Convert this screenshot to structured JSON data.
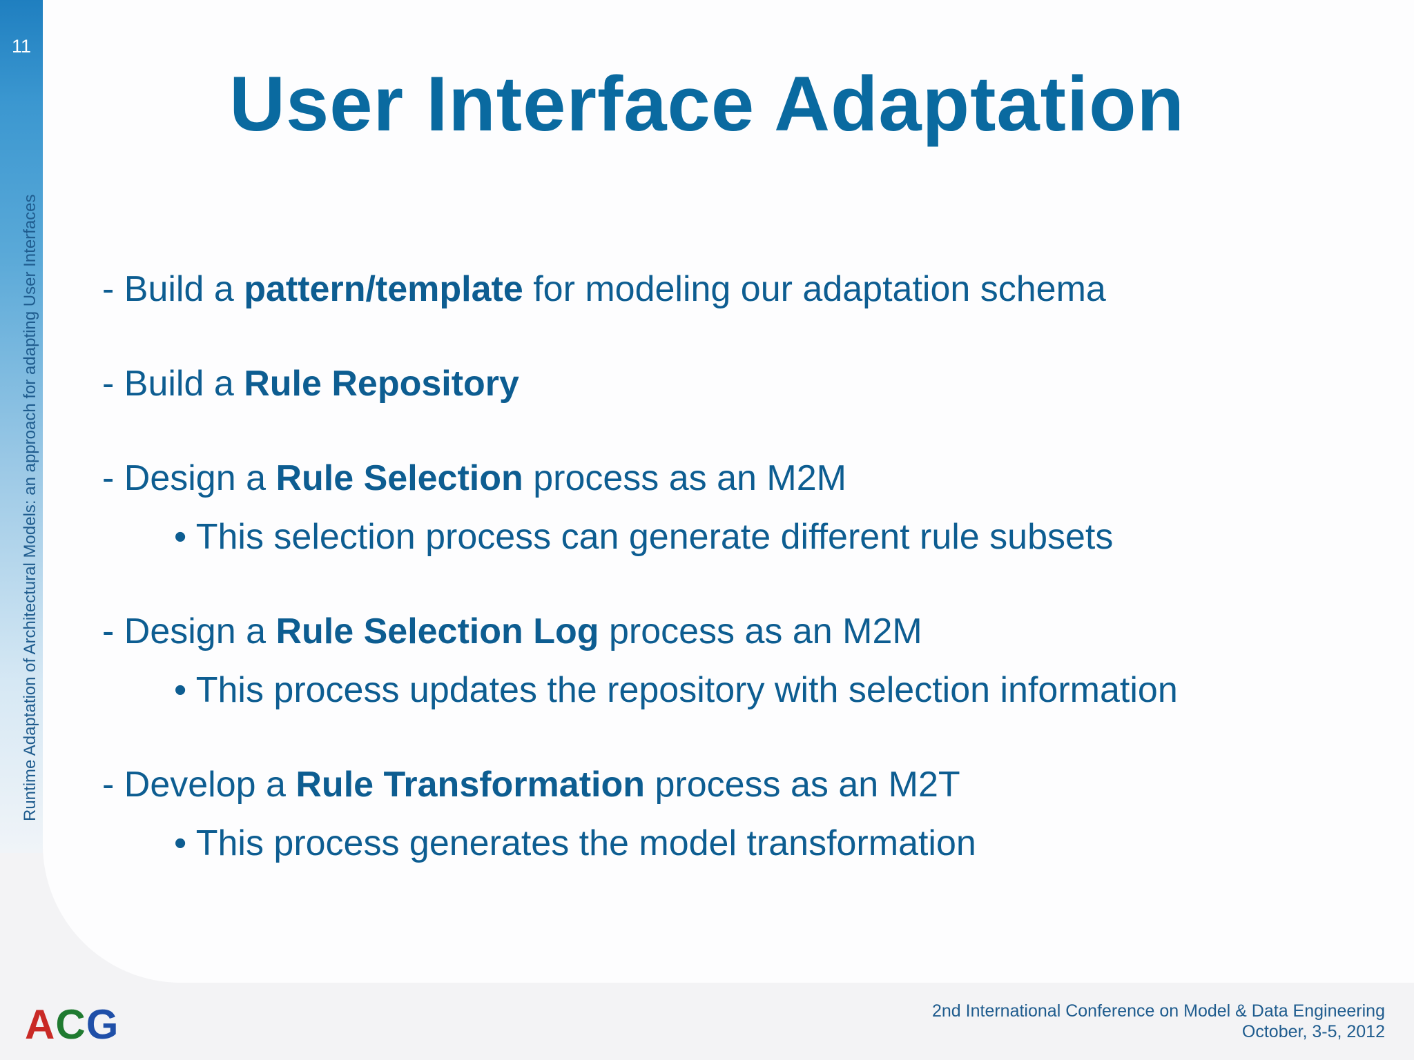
{
  "slide": {
    "number": "11",
    "vertical_title": "Runtime Adaptation of Architectural Models: an approach for adapting User Interfaces",
    "title": "User Interface Adaptation"
  },
  "bullets": [
    {
      "prefix": "- Build a ",
      "bold": "pattern/template",
      "suffix": " for modeling our adaptation schema"
    },
    {
      "prefix": "- Build a ",
      "bold": "Rule Repository",
      "suffix": ""
    },
    {
      "prefix": "- Design a ",
      "bold": "Rule Selection",
      "suffix": " process as an M2M",
      "sub": "• This selection process can generate different rule subsets"
    },
    {
      "prefix": "- Design a ",
      "bold": "Rule Selection Log",
      "suffix": " process as an M2M",
      "sub": "• This process updates the repository with selection information"
    },
    {
      "prefix": "- Develop a ",
      "bold": "Rule Transformation",
      "suffix": " process as an M2T",
      "sub": "• This process generates the model transformation"
    }
  ],
  "logo": {
    "a": "A",
    "c": "C",
    "g": "G"
  },
  "footer": {
    "line1": "2nd International Conference on Model & Data Engineering",
    "line2": "October, 3-5, 2012"
  },
  "colors": {
    "title": "#0a6aa0",
    "body": "#0d5d91",
    "sidebar_top": "#1f7fc0"
  }
}
